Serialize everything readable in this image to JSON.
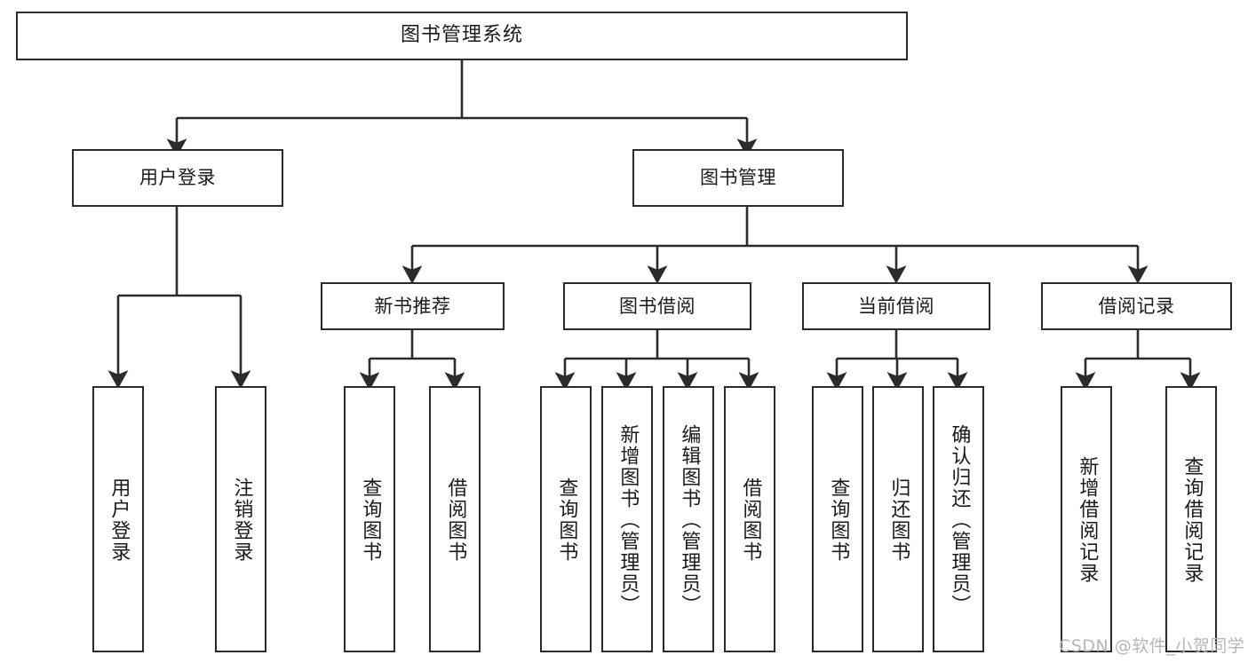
{
  "diagram": {
    "title": "图书管理系统",
    "type": "tree",
    "watermark": "CSDN @软件_小贺同学",
    "stroke_color": "#2b2b2b",
    "fill_color": "#ffffff",
    "text_color": "#1a1a1a",
    "watermark_color": "#b6b6b6"
  },
  "nodes": {
    "root": {
      "label": "图书管理系统"
    },
    "level2": [
      {
        "label": "用户登录"
      },
      {
        "label": "图书管理"
      }
    ],
    "level3": [
      {
        "label": "新书推荐"
      },
      {
        "label": "图书借阅"
      },
      {
        "label": "当前借阅"
      },
      {
        "label": "借阅记录"
      }
    ],
    "leaves": {
      "user_login": [
        {
          "label": "用户登录"
        },
        {
          "label": "注销登录"
        }
      ],
      "new_book": [
        {
          "label": "查询图书"
        },
        {
          "label": "借阅图书"
        }
      ],
      "book_borrow": [
        {
          "label": "查询图书"
        },
        {
          "label": "新增图书（管理员）"
        },
        {
          "label": "编辑图书（管理员）"
        },
        {
          "label": "借阅图书"
        }
      ],
      "current_borrow": [
        {
          "label": "查询图书"
        },
        {
          "label": "归还图书"
        },
        {
          "label": "确认归还（管理员）"
        }
      ],
      "borrow_record": [
        {
          "label": "新增借阅记录"
        },
        {
          "label": "查询借阅记录"
        }
      ]
    }
  }
}
